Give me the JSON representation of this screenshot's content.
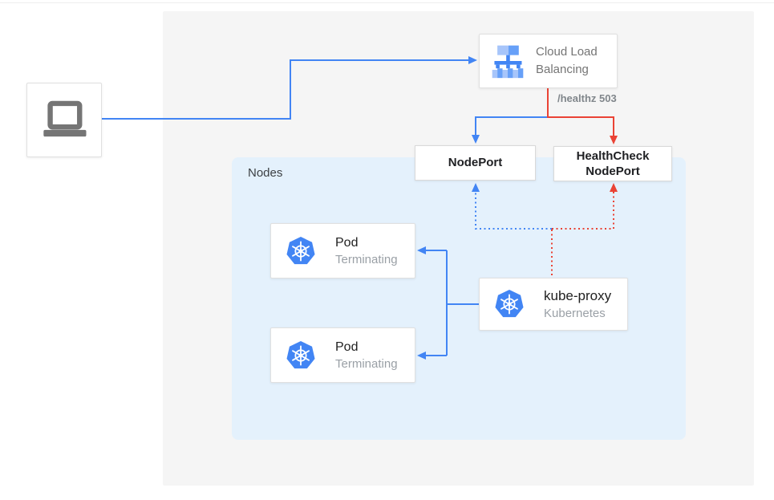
{
  "colors": {
    "accent_blue": "#4285F4",
    "accent_red": "#EA4335",
    "panel_gray": "#F5F5F5",
    "nodes_panel_blue": "#E4F1FC",
    "kubernetes_blue": "#4285F4",
    "icon_gray": "#757575",
    "text_dark": "#202124",
    "text_gray": "#9AA0A6"
  },
  "icons": {
    "client": "laptop-icon",
    "load_balancer": "cloud-load-balancing-icon",
    "kubernetes": "kubernetes-helm-icon"
  },
  "nodes_panel": {
    "label": "Nodes"
  },
  "cloud_load_balancing": {
    "label": "Cloud Load Balancing"
  },
  "edges": {
    "healthz_label": "/healthz 503"
  },
  "nodeport": {
    "label": "NodePort"
  },
  "healthcheck_nodeport": {
    "line1": "HealthCheck",
    "line2": "NodePort"
  },
  "pods": [
    {
      "title": "Pod",
      "subtitle": "Terminating"
    },
    {
      "title": "Pod",
      "subtitle": "Terminating"
    }
  ],
  "kube_proxy": {
    "title": "kube-proxy",
    "subtitle": "Kubernetes"
  }
}
